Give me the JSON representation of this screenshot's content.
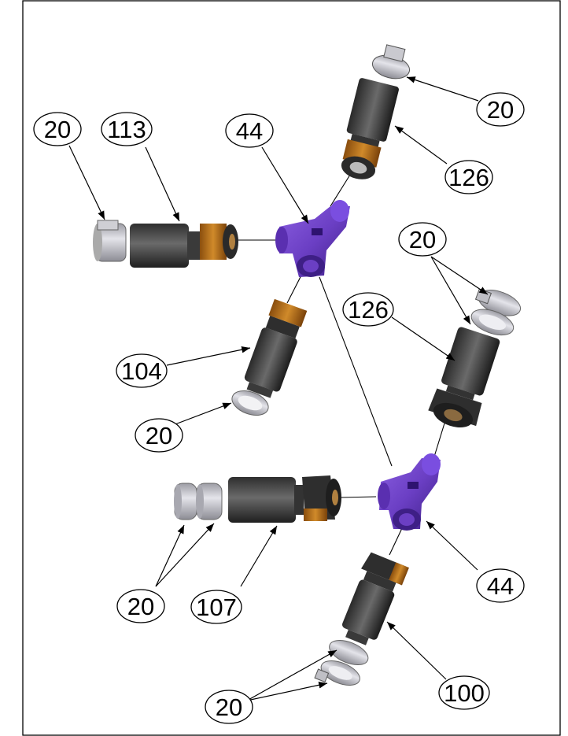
{
  "balloons": {
    "b1": {
      "label": "20"
    },
    "b2": {
      "label": "126"
    },
    "b3": {
      "label": "20"
    },
    "b4": {
      "label": "113"
    },
    "b5": {
      "label": "44"
    },
    "b6": {
      "label": "20"
    },
    "b7": {
      "label": "126"
    },
    "b8": {
      "label": "104"
    },
    "b9": {
      "label": "20"
    },
    "b10": {
      "label": "44"
    },
    "b11": {
      "label": "20"
    },
    "b12": {
      "label": "107"
    },
    "b13": {
      "label": "100"
    },
    "b14": {
      "label": "20"
    }
  },
  "colors": {
    "steel": "#4a4a4a",
    "steel_dark": "#2a2a2a",
    "silver": "#c8c8cc",
    "brass": "#c87a1e",
    "tee": "#6b3fc4",
    "tee_dark": "#3e1f86",
    "line": "#000000"
  }
}
